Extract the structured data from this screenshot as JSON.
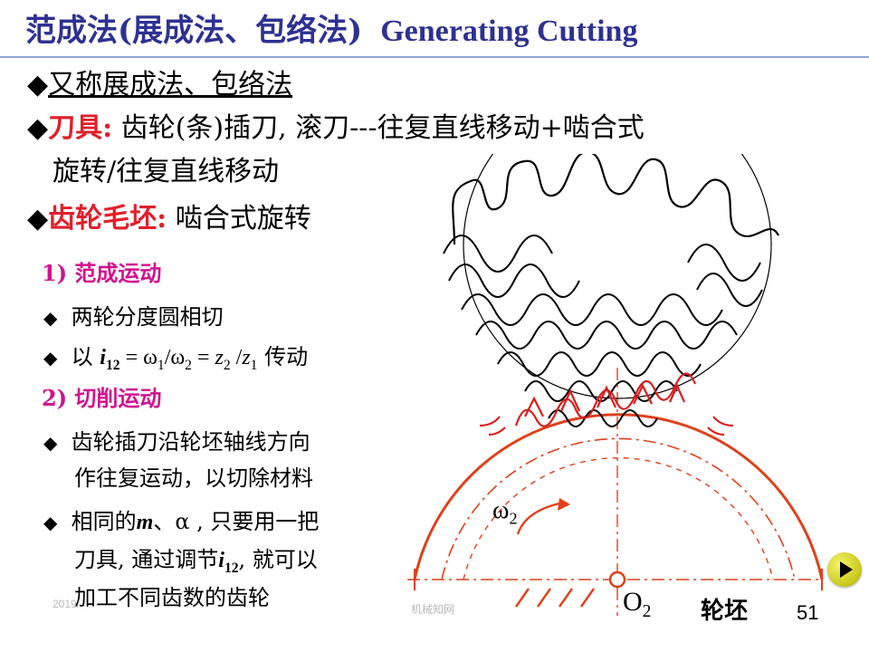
{
  "title": {
    "cn": "范成法(展成法、包络法)",
    "en": "Generating Cutting"
  },
  "bullets": [
    {
      "marker": "◆",
      "text": "又称展成法、包络法"
    },
    {
      "marker": "◆",
      "label": "刀具:",
      "text_line1": " 齿轮(条)插刀, 滚刀---往复直线移动+啮合式",
      "text_line2": "旋转/往复直线移动"
    },
    {
      "marker": "◆",
      "label": "齿轮毛坯:",
      "text": " 啮合式旋转"
    }
  ],
  "sections": [
    {
      "heading": "1) 范成运动",
      "items": [
        {
          "marker": "◆",
          "text": "两轮分度圆相切"
        },
        {
          "marker": "◆",
          "pre": "以 ",
          "formula_i": "i",
          "formula_i_sub": "12",
          "eq1": " = ω",
          "sub1": "1",
          "slash1": "/ω",
          "sub2": "2",
          "eq2": " = ",
          "z2": "z",
          "z2_sub": "2",
          "slash2": " /",
          "z1": "z",
          "z1_sub": "1",
          "post": " 传动"
        }
      ]
    },
    {
      "heading": "2) 切削运动",
      "items": [
        {
          "marker": "◆",
          "line1": "齿轮插刀沿轮坯轴线方向",
          "line2": "作往复运动，以切除材料"
        },
        {
          "marker": "◆",
          "pre": "相同的",
          "m": "m",
          "mid": "、α , 只要用一把",
          "line2_pre": "刀具, 通过调节",
          "i": "i",
          "i_sub": "12",
          "line2_post": ", 就可以",
          "line3": "加工不同齿数的齿轮"
        }
      ]
    }
  ],
  "figure": {
    "omega_label": "ω",
    "omega_sub": "2",
    "center_label": "O",
    "center_sub": "2",
    "caption": "轮坯",
    "colors": {
      "blank": "#e0401a",
      "cutter": "#000000"
    }
  },
  "footer": {
    "date": "2019/",
    "source": "机械知网",
    "page": "51"
  },
  "nav": {
    "next_icon": "play-next-icon"
  },
  "colors": {
    "title": "#2e3192",
    "label_red": "#e0202a",
    "section": "#d2108f"
  }
}
